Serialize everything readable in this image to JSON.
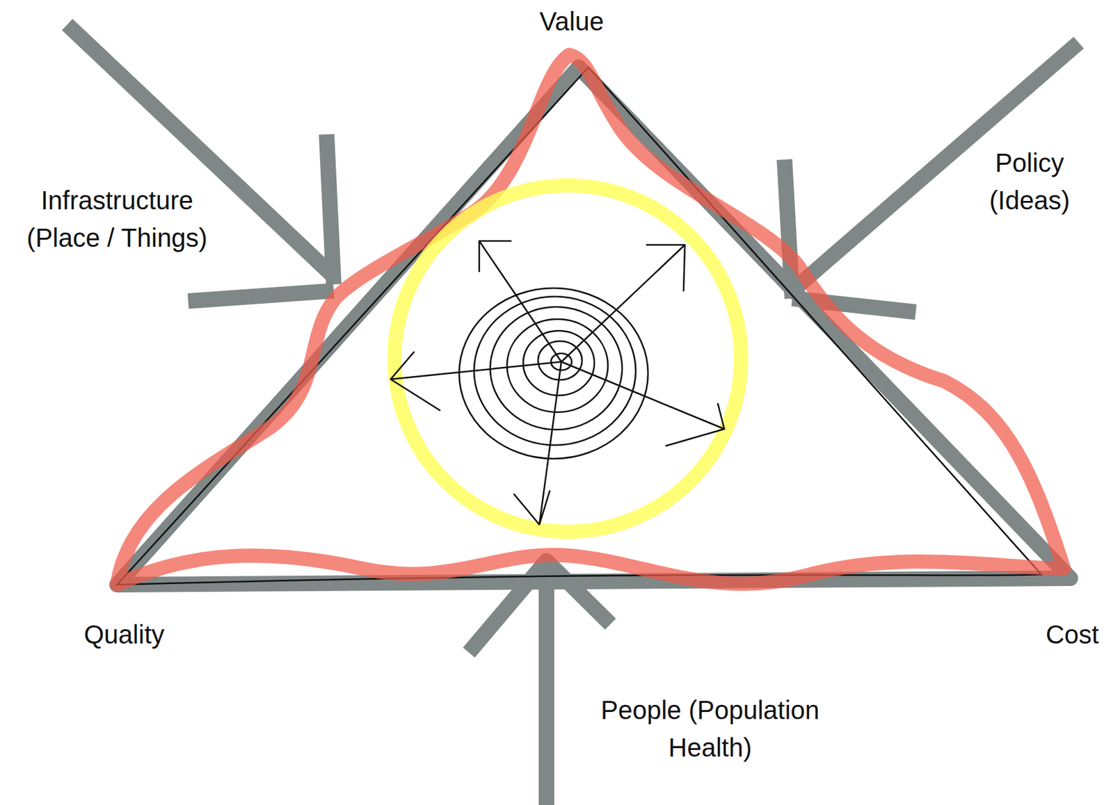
{
  "diagram": {
    "labels": [
      "Value",
      "Infrastructure (Place / Things)",
      "Policy (Ideas)",
      "Quality",
      "Cost",
      "People (Population Health)"
    ]
  }
}
